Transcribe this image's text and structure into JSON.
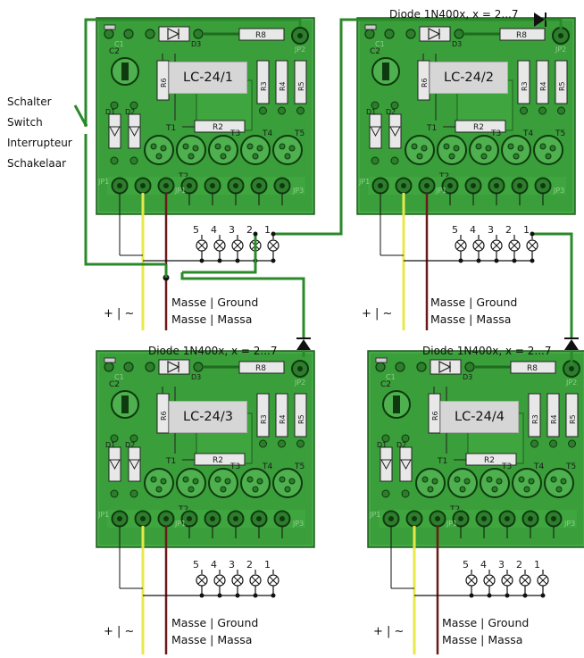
{
  "switch_labels": [
    "Schalter",
    "Switch",
    "Interrupteur",
    "Schakelaar"
  ],
  "boards": [
    {
      "title": "LC-24/1"
    },
    {
      "title": "LC-24/2"
    },
    {
      "title": "LC-24/3"
    },
    {
      "title": "LC-24/4"
    }
  ],
  "power_label": "+ | ~",
  "ground_labels": [
    "Masse | Ground",
    "Masse | Massa"
  ],
  "diode_label": "Diode 1N400x, x = 2...7",
  "output_numbers": [
    "5",
    "4",
    "3",
    "2",
    "1"
  ],
  "components": {
    "r8": "R8",
    "r2": "R2",
    "r3": "R3",
    "r4": "R4",
    "r5": "R5",
    "r6": "R6",
    "c1": "C1",
    "c2": "C2",
    "d1": "D1",
    "d2": "D2",
    "d3": "D3",
    "t1": "T1",
    "t2": "T2",
    "t3": "T3",
    "t4": "T4",
    "t5": "T5",
    "jp1": "JP1",
    "jp2": "JP2",
    "jp3": "JP3"
  },
  "colors": {
    "pcb": "#3a9e3a",
    "pcb_dark": "#1f5e1f",
    "trace": "#1f6b1f",
    "wire_green": "#2a8a2a",
    "wire_yellow": "#e8e84a",
    "wire_brown": "#6b1a1a",
    "wire_black": "#111111"
  }
}
